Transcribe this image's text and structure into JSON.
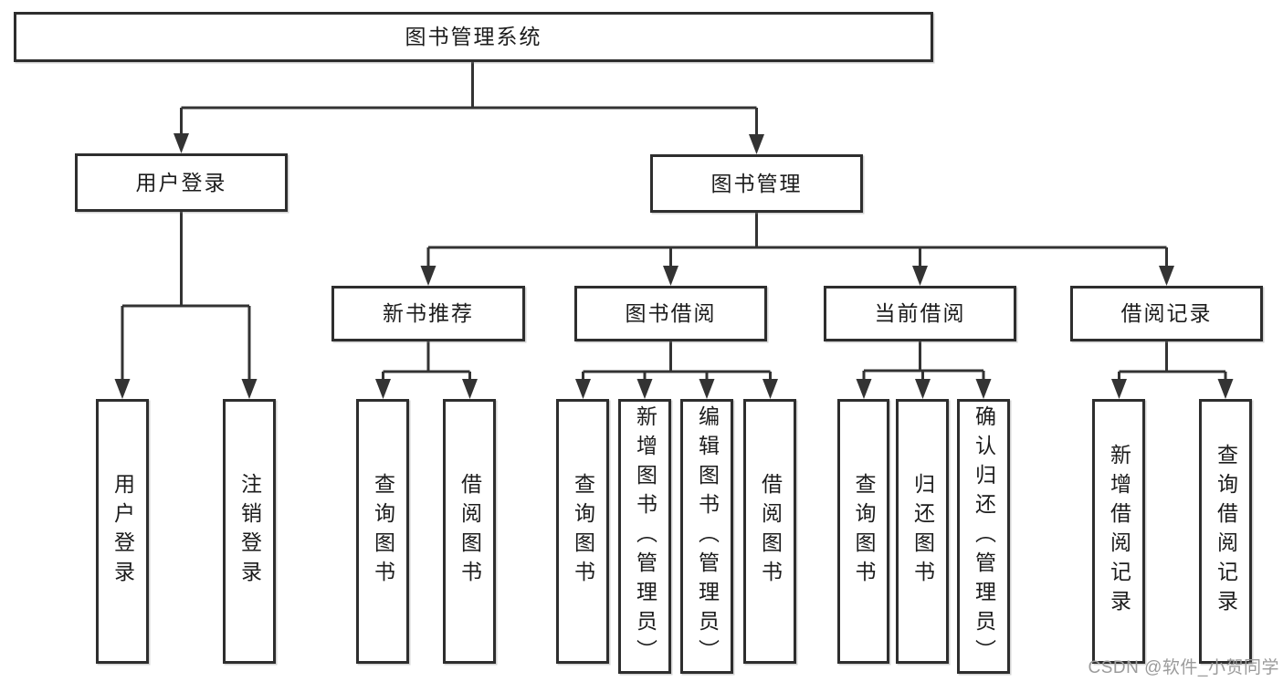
{
  "diagram": {
    "type": "hierarchy-tree",
    "nodes": {
      "root": {
        "label": "图书管理系统"
      },
      "user_login": {
        "label": "用户登录"
      },
      "book_mgmt": {
        "label": "图书管理"
      },
      "new_rec": {
        "label": "新书推荐"
      },
      "book_borrow": {
        "label": "图书借阅"
      },
      "current_borrow": {
        "label": "当前借阅"
      },
      "borrow_record": {
        "label": "借阅记录"
      },
      "leaf_user_login": {
        "label": "用户登录"
      },
      "leaf_logout": {
        "label": "注销登录"
      },
      "leaf_query_book_1": {
        "label": "查询图书"
      },
      "leaf_borrow_book_1": {
        "label": "借阅图书"
      },
      "leaf_query_book_2": {
        "label": "查询图书"
      },
      "leaf_add_book": {
        "label": "新增图书（管理员）"
      },
      "leaf_edit_book": {
        "label": "编辑图书（管理员）"
      },
      "leaf_borrow_book_2": {
        "label": "借阅图书"
      },
      "leaf_query_book_3": {
        "label": "查询图书"
      },
      "leaf_return_book": {
        "label": "归还图书"
      },
      "leaf_confirm_return": {
        "label": "确认归还（管理员）"
      },
      "leaf_add_record": {
        "label": "新增借阅记录"
      },
      "leaf_query_record": {
        "label": "查询借阅记录"
      }
    },
    "edges": [
      [
        "root",
        "user_login"
      ],
      [
        "root",
        "book_mgmt"
      ],
      [
        "user_login",
        "leaf_user_login"
      ],
      [
        "user_login",
        "leaf_logout"
      ],
      [
        "book_mgmt",
        "new_rec"
      ],
      [
        "book_mgmt",
        "book_borrow"
      ],
      [
        "book_mgmt",
        "current_borrow"
      ],
      [
        "book_mgmt",
        "borrow_record"
      ],
      [
        "new_rec",
        "leaf_query_book_1"
      ],
      [
        "new_rec",
        "leaf_borrow_book_1"
      ],
      [
        "book_borrow",
        "leaf_query_book_2"
      ],
      [
        "book_borrow",
        "leaf_add_book"
      ],
      [
        "book_borrow",
        "leaf_edit_book"
      ],
      [
        "book_borrow",
        "leaf_borrow_book_2"
      ],
      [
        "current_borrow",
        "leaf_query_book_3"
      ],
      [
        "current_borrow",
        "leaf_return_book"
      ],
      [
        "current_borrow",
        "leaf_confirm_return"
      ],
      [
        "borrow_record",
        "leaf_add_record"
      ],
      [
        "borrow_record",
        "leaf_query_record"
      ]
    ],
    "colors": {
      "line": "#333333",
      "box_border": "#2e2e2e",
      "box_fill": "#ffffff",
      "text": "#1c1c1c",
      "background": "#ffffff"
    }
  },
  "watermark": {
    "text": "CSDN @软件_小贺同学",
    "color": "#9b9b9b"
  }
}
